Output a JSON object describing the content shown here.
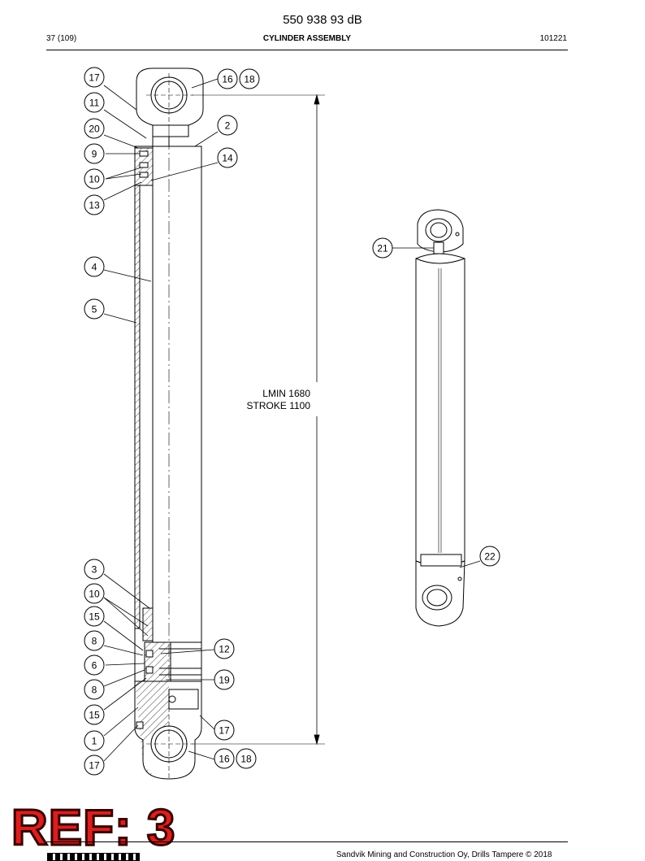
{
  "document": {
    "title": "550 938 93 dB",
    "page": "37 (109)",
    "section": "CYLINDER ASSEMBLY",
    "code": "101221"
  },
  "dimension": {
    "lmin": "LMIN 1680",
    "stroke": "STROKE 1100"
  },
  "callouts": {
    "c17a": "17",
    "c11": "11",
    "c20": "20",
    "c9": "9",
    "c10a": "10",
    "c13": "13",
    "c16a": "16",
    "c18a": "18",
    "c2": "2",
    "c14": "14",
    "c4": "4",
    "c5": "5",
    "c3": "3",
    "c10b": "10",
    "c15a": "15",
    "c8a": "8",
    "c6": "6",
    "c8b": "8",
    "c15b": "15",
    "c1": "1",
    "c17b": "17",
    "c12": "12",
    "c19": "19",
    "c17c": "17",
    "c16b": "16",
    "c18b": "18",
    "c21": "21",
    "c22": "22"
  },
  "stamp": "REF: 3",
  "footer": "Sandvik Mining and Construction Oy, Drills Tampere © 2018"
}
